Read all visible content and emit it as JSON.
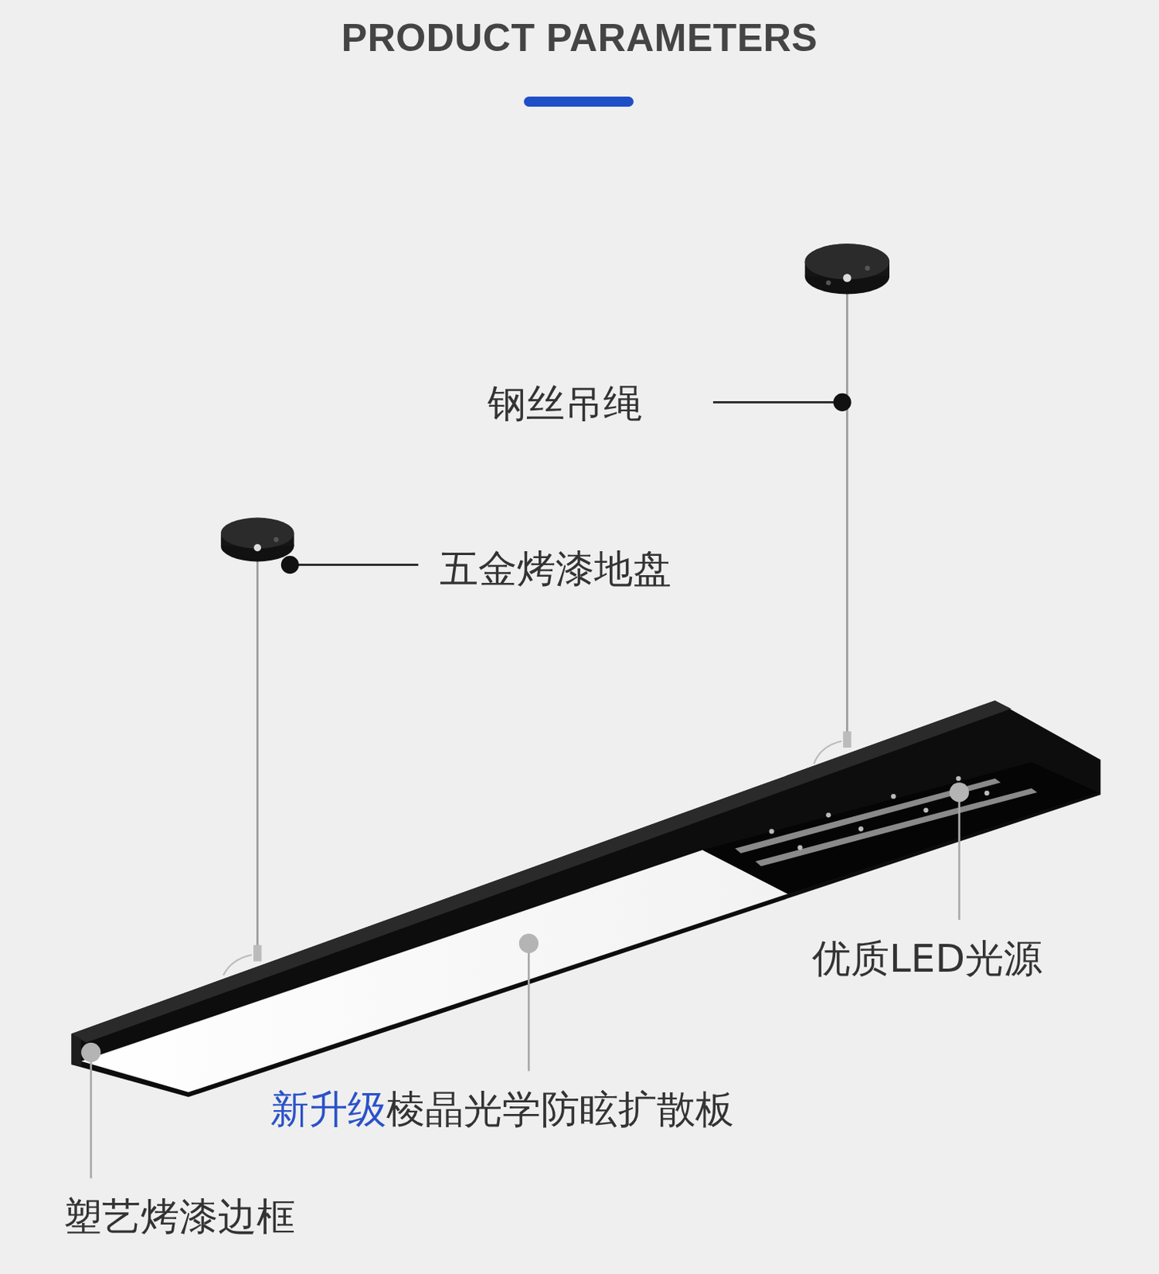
{
  "diagram": {
    "title": "PRODUCT PARAMETERS",
    "labels": [
      "钢丝吊绳",
      "五金烤漆地盘",
      "优质LED光源",
      "新升级",
      "棱晶光学防眩扩散板",
      "塑艺烤漆边框"
    ]
  }
}
